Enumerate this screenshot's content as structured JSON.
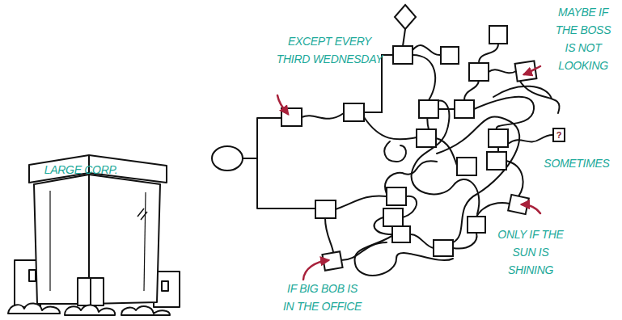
{
  "diagram": {
    "nodes": [
      {
        "text": [
          "?"
        ]
      }
    ],
    "labels": [
      "LARGE CORP.",
      "EXCEPT EVERY THIRD WEDNESDAY",
      "MAYBE IF THE BOSS IS NOT LOOKING",
      "SOMETIMES",
      "ONLY IF THE SUN IS SHINING",
      "IF BIG BOB IS IN THE OFFICE"
    ]
  }
}
